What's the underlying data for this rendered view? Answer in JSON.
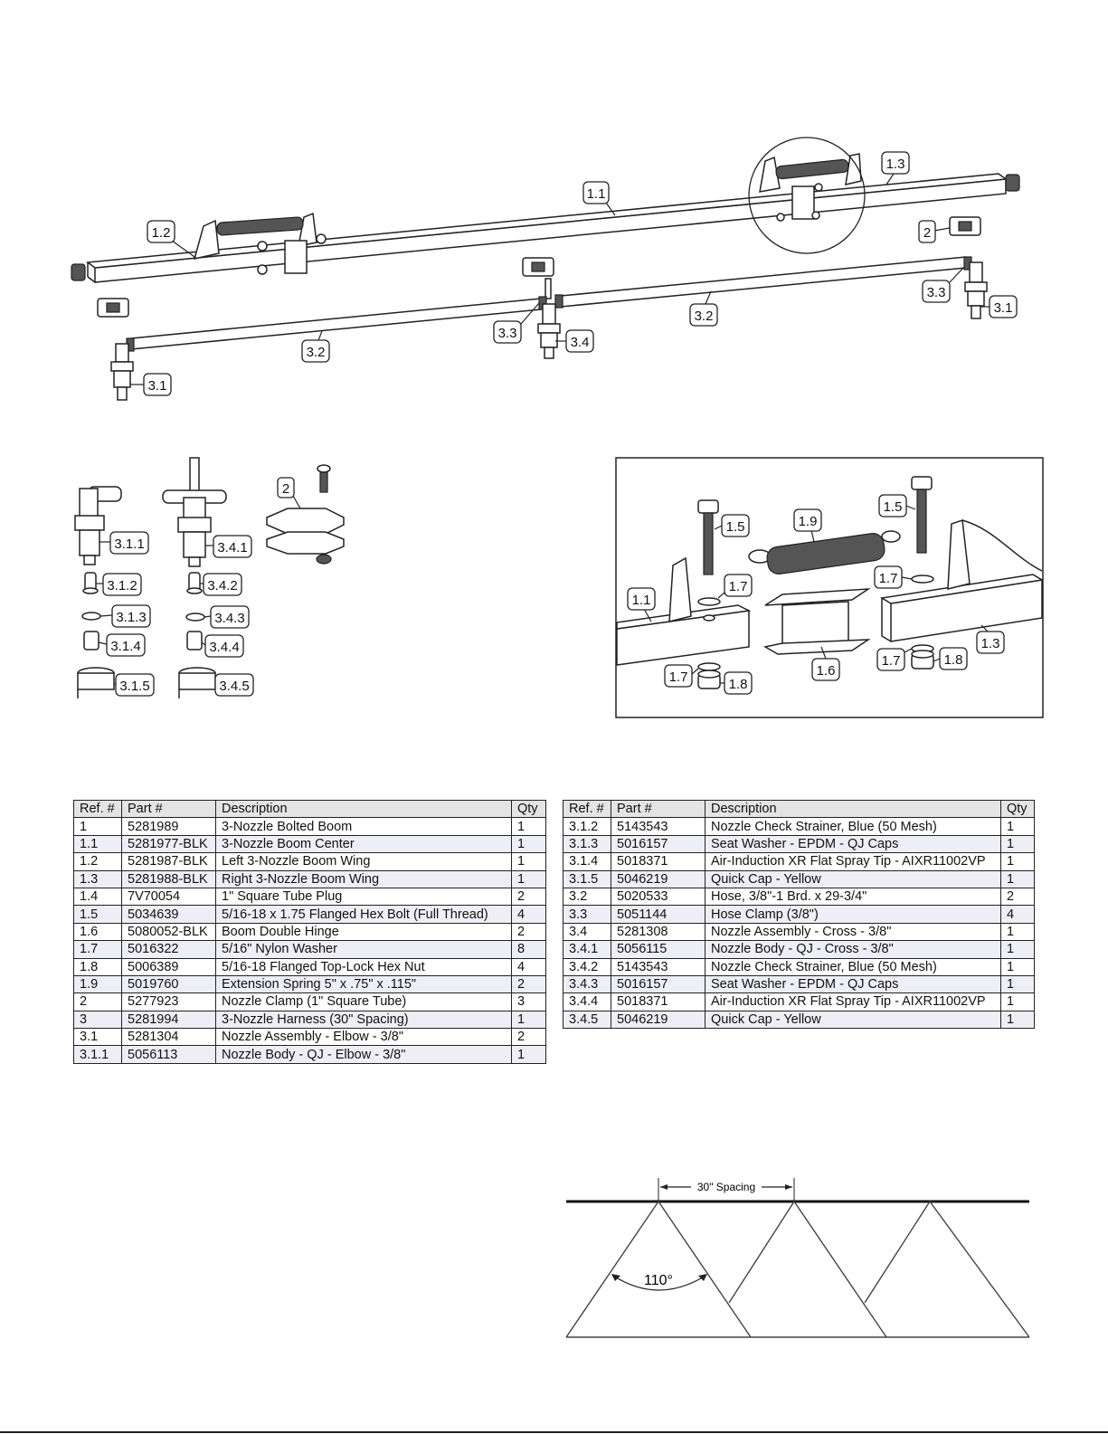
{
  "callouts": {
    "main": [
      "1.1",
      "1.2",
      "1.3",
      "2",
      "3.3",
      "3.1",
      "3.2",
      "3.3",
      "3.4",
      "3.2",
      "3.1"
    ],
    "components": [
      "2",
      "3.1.1",
      "3.4.1",
      "3.1.2",
      "3.4.2",
      "3.1.3",
      "3.4.3",
      "3.1.4",
      "3.4.4",
      "3.1.5",
      "3.4.5"
    ],
    "hinge": [
      "1.5",
      "1.9",
      "1.5",
      "1.7",
      "1.1",
      "1.7",
      "1.3",
      "1.6",
      "1.7",
      "1.8",
      "1.7",
      "1.8"
    ]
  },
  "spray": {
    "spacing_label": "30\" Spacing",
    "angle_label": "110°"
  },
  "tables": {
    "left": {
      "headers": [
        "Ref. #",
        "Part #",
        "Description",
        "Qty"
      ],
      "rows": [
        [
          "1",
          "5281989",
          "3-Nozzle Bolted Boom",
          "1"
        ],
        [
          "1.1",
          "5281977-BLK",
          "3-Nozzle Boom Center",
          "1"
        ],
        [
          "1.2",
          "5281987-BLK",
          "Left 3-Nozzle Boom Wing",
          "1"
        ],
        [
          "1.3",
          "5281988-BLK",
          "Right 3-Nozzle Boom Wing",
          "1"
        ],
        [
          "1.4",
          "7V70054",
          "1\" Square Tube Plug",
          "2"
        ],
        [
          "1.5",
          "5034639",
          "5/16-18 x 1.75 Flanged Hex Bolt (Full Thread)",
          "4"
        ],
        [
          "1.6",
          "5080052-BLK",
          "Boom Double Hinge",
          "2"
        ],
        [
          "1.7",
          "5016322",
          "5/16\" Nylon Washer",
          "8"
        ],
        [
          "1.8",
          "5006389",
          "5/16-18 Flanged Top-Lock Hex Nut",
          "4"
        ],
        [
          "1.9",
          "5019760",
          "Extension Spring 5\" x .75\" x .115\"",
          "2"
        ],
        [
          "2",
          "5277923",
          "Nozzle Clamp (1\" Square Tube)",
          "3"
        ],
        [
          "3",
          "5281994",
          "3-Nozzle Harness (30\" Spacing)",
          "1"
        ],
        [
          "3.1",
          "5281304",
          "Nozzle Assembly - Elbow - 3/8\"",
          "2"
        ],
        [
          "3.1.1",
          "5056113",
          "Nozzle Body - QJ - Elbow - 3/8\"",
          "1"
        ]
      ]
    },
    "right": {
      "headers": [
        "Ref. #",
        "Part #",
        "Description",
        "Qty"
      ],
      "rows": [
        [
          "3.1.2",
          "5143543",
          "Nozzle Check Strainer, Blue (50 Mesh)",
          "1"
        ],
        [
          "3.1.3",
          "5016157",
          "Seat Washer - EPDM - QJ Caps",
          "1"
        ],
        [
          "3.1.4",
          "5018371",
          "Air-Induction XR Flat Spray Tip - AIXR11002VP",
          "1"
        ],
        [
          "3.1.5",
          "5046219",
          "Quick Cap - Yellow",
          "1"
        ],
        [
          "3.2",
          "5020533",
          "Hose, 3/8\"-1 Brd. x 29-3/4\"",
          "2"
        ],
        [
          "3.3",
          "5051144",
          "Hose Clamp (3/8\")",
          "4"
        ],
        [
          "3.4",
          "5281308",
          "Nozzle Assembly - Cross - 3/8\"",
          "1"
        ],
        [
          "3.4.1",
          "5056115",
          "Nozzle Body - QJ - Cross - 3/8\"",
          "1"
        ],
        [
          "3.4.2",
          "5143543",
          "Nozzle Check Strainer, Blue (50 Mesh)",
          "1"
        ],
        [
          "3.4.3",
          "5016157",
          "Seat Washer - EPDM - QJ Caps",
          "1"
        ],
        [
          "3.4.4",
          "5018371",
          "Air-Induction XR Flat Spray Tip - AIXR11002VP",
          "1"
        ],
        [
          "3.4.5",
          "5046219",
          "Quick Cap - Yellow",
          "1"
        ]
      ]
    }
  }
}
